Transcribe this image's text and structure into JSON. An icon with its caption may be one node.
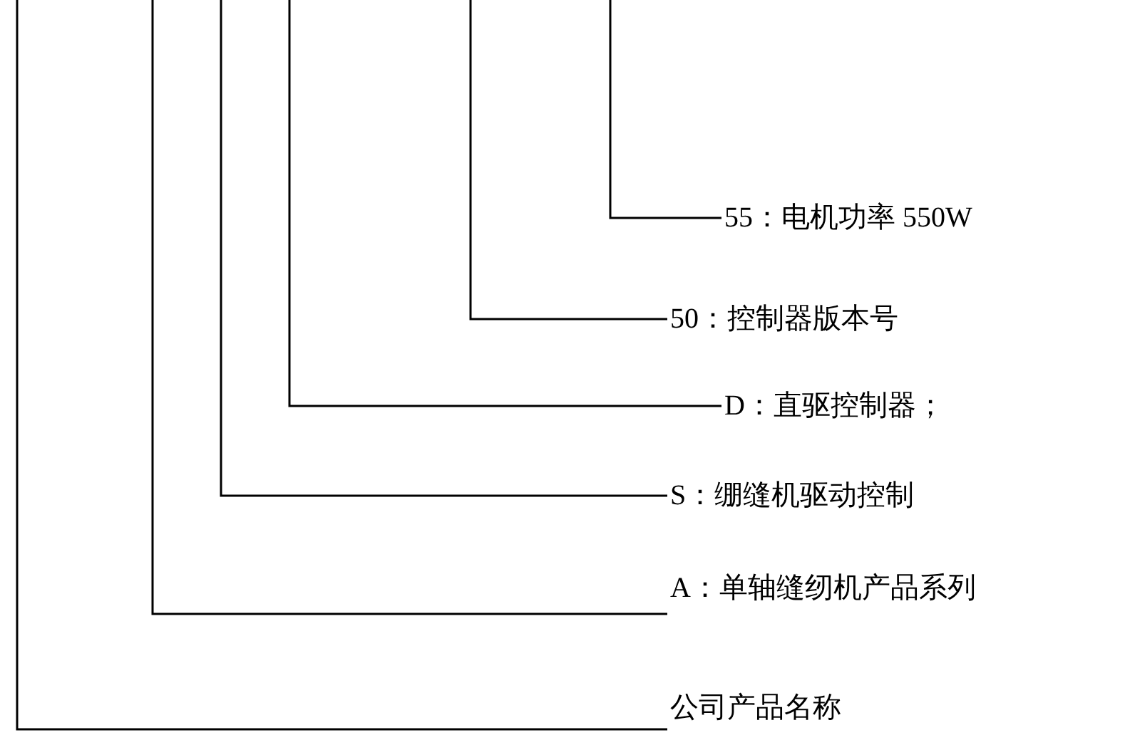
{
  "diagram": {
    "nodes": [
      {
        "text": [
          "55：电机功率 550W"
        ]
      },
      {
        "text": [
          "50：控制器版本号"
        ]
      },
      {
        "text": [
          "D：直驱控制器；"
        ]
      },
      {
        "text": [
          "S：绷缝机驱动控制"
        ]
      },
      {
        "text": [
          "A：单轴缝纫机产品系列"
        ]
      },
      {
        "text": [
          "公司产品名称"
        ]
      }
    ],
    "edges": [
      {
        "from": 0,
        "to": null,
        "arrow": "none"
      },
      {
        "from": 1,
        "to": null,
        "arrow": "none"
      },
      {
        "from": 2,
        "to": null,
        "arrow": "none"
      },
      {
        "from": 3,
        "to": null,
        "arrow": "none"
      },
      {
        "from": 4,
        "to": null,
        "arrow": "none"
      },
      {
        "from": 5,
        "to": null,
        "arrow": "none"
      }
    ]
  }
}
